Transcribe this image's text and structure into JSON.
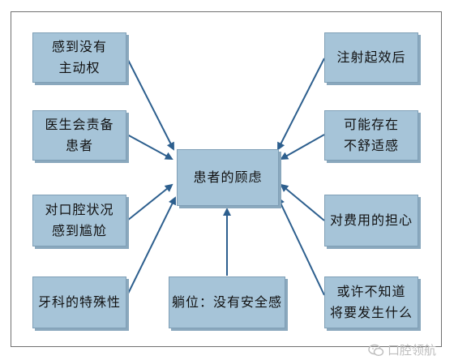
{
  "diagram": {
    "center": "患者的顾虑",
    "left": [
      "感到没有\n主动权",
      "医生会责备\n患者",
      "对口腔状况\n感到尴尬",
      "牙科的特殊性"
    ],
    "right": [
      "注射起效后",
      "可能存在\n不舒适感",
      "对费用的担心",
      "或许不知道\n将要发生什么"
    ],
    "bottom": "躺位：没有安全感"
  },
  "watermark": {
    "text": "口腔领航",
    "icon": "wechat-icon"
  },
  "colors": {
    "box_fill": "#a6c4d8",
    "arrow": "#2d5f8e"
  }
}
